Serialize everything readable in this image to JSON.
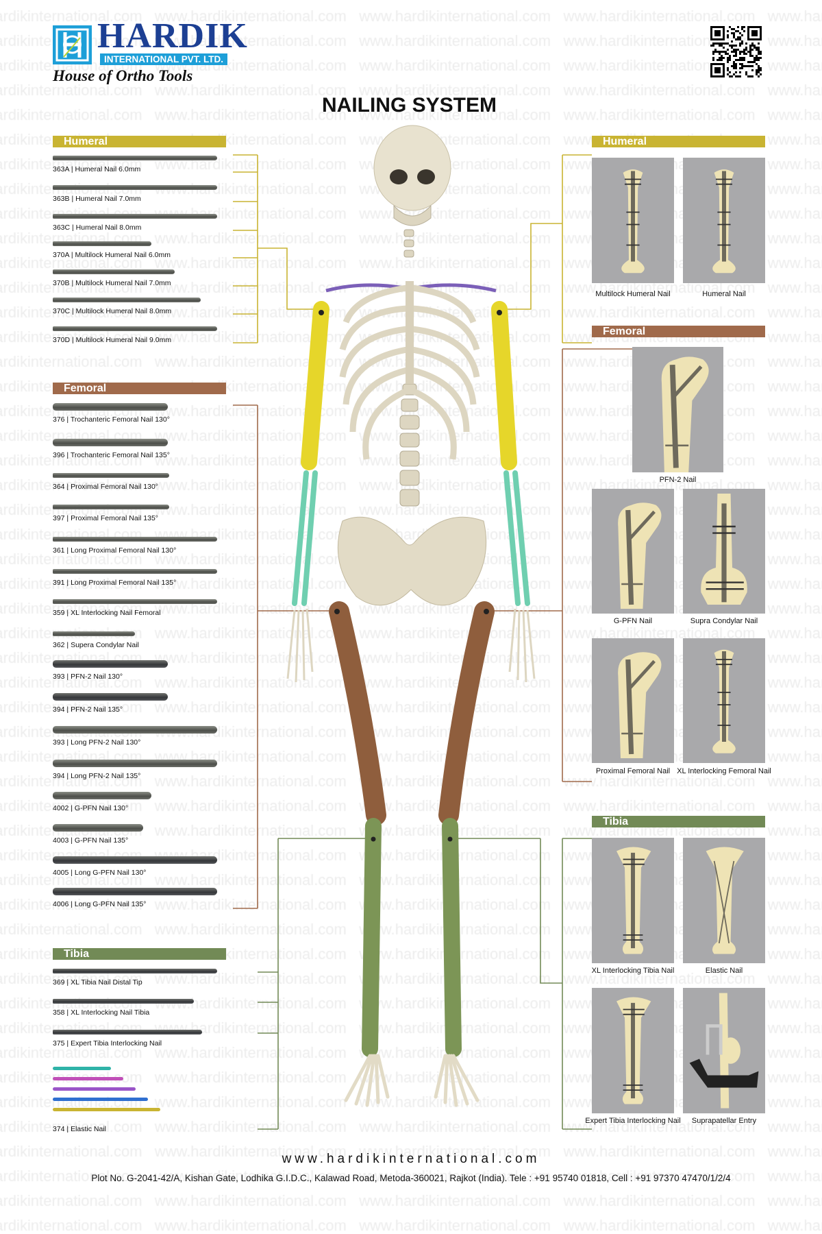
{
  "watermark": "www.hardikinternational.com",
  "logo": {
    "name": "HARDIK",
    "subtitle": "INTERNATIONAL PVT. LTD.",
    "tagline": "House of Ortho Tools"
  },
  "title": "NAILING SYSTEM",
  "colors": {
    "humeral": "#c9b432",
    "femoral": "#a06a4b",
    "tibia": "#728a56",
    "forearm": "#6fcfb0",
    "clavicle": "#7b5fb8"
  },
  "left": {
    "humeral": {
      "heading": "Humeral",
      "items": [
        "363A  |  Humeral Nail 6.0mm",
        "363B  |  Humeral Nail 7.0mm",
        "363C  |  Humeral Nail 8.0mm",
        "370A  |  Multilock Humeral Nail 6.0mm",
        "370B  |  Multilock Humeral Nail 7.0mm",
        "370C  |  Multilock Humeral Nail 8.0mm",
        "370D  |  Multilock Humeral Nail 9.0mm"
      ]
    },
    "femoral": {
      "heading": "Femoral",
      "items": [
        "376  |  Trochanteric Femoral Nail 130°",
        "396  |  Trochanteric Femoral Nail 135°",
        "364  |  Proximal Femoral Nail 130°",
        "397  |  Proximal Femoral Nail 135°",
        "361  |  Long Proximal Femoral Nail 130°",
        "391  |  Long Proximal Femoral Nail 135°",
        "359  |  XL Interlocking Nail Femoral",
        "362  |  Supera Condylar Nail",
        "393  |  PFN-2 Nail 130°",
        "394  |  PFN-2 Nail 135°",
        "393  |  Long PFN-2 Nail 130°",
        "394  |  Long PFN-2 Nail 135°",
        "4002  |  G-PFN Nail 130°",
        "4003  |  G-PFN Nail 135°",
        "4005  |  Long G-PFN Nail 130°",
        "4006  |  Long G-PFN Nail 135°"
      ]
    },
    "tibia": {
      "heading": "Tibia",
      "items": [
        "369  |  XL Tibia Nail Distal Tip",
        "358  |  XL Interlocking Nail Tibia",
        "375  |  Expert Tibia Interlocking Nail",
        "374  |  Elastic Nail"
      ]
    }
  },
  "right": {
    "humeral": {
      "heading": "Humeral",
      "images": [
        "Multilock Humeral Nail",
        "Humeral Nail"
      ]
    },
    "femoral": {
      "heading": "Femoral",
      "images": [
        "PFN-2 Nail",
        "G-PFN Nail",
        "Supra Condylar Nail",
        "Proximal Femoral Nail",
        "XL Interlocking Femoral Nail"
      ]
    },
    "tibia": {
      "heading": "Tibia",
      "images": [
        "XL Interlocking Tibia Nail",
        "Elastic Nail",
        "Expert Tibia Interlocking Nail",
        "Suprapatellar Entry"
      ]
    }
  },
  "footer": {
    "website": "www.hardikinternational.com",
    "address": "Plot No. G-2041-42/A, Kishan Gate, Lodhika G.I.D.C., Kalawad Road, Metoda-360021, Rajkot (India). Tele : +91 95740 01818, Cell : +91 97370 47470/1/2/4"
  }
}
